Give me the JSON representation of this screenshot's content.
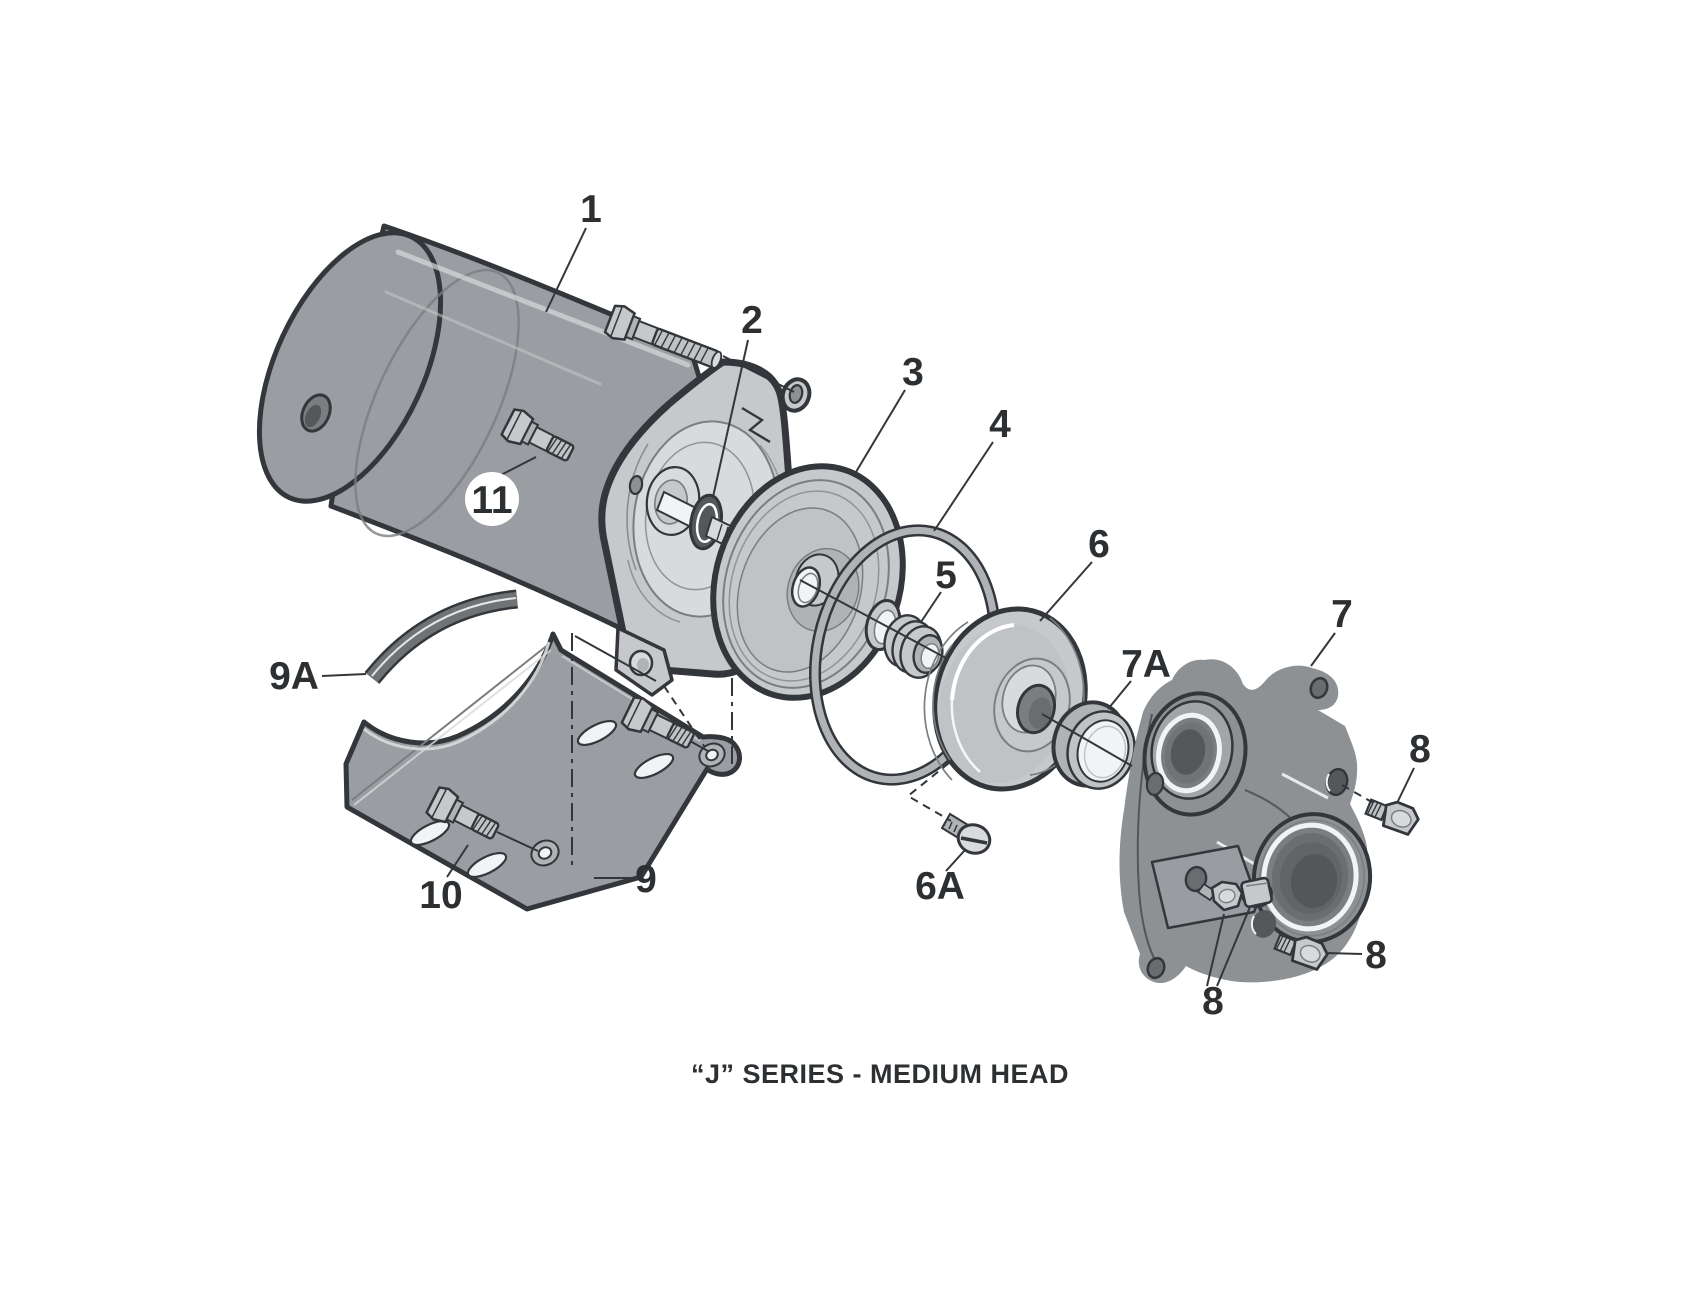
{
  "figure": {
    "caption": "“J” SERIES - MEDIUM HEAD",
    "callouts": [
      {
        "id": "1",
        "label": "1"
      },
      {
        "id": "2",
        "label": "2"
      },
      {
        "id": "3",
        "label": "3"
      },
      {
        "id": "4",
        "label": "4"
      },
      {
        "id": "5",
        "label": "5"
      },
      {
        "id": "6",
        "label": "6"
      },
      {
        "id": "6A",
        "label": "6A"
      },
      {
        "id": "7",
        "label": "7"
      },
      {
        "id": "7A",
        "label": "7A"
      },
      {
        "id": "8-upper-right",
        "label": "8"
      },
      {
        "id": "8-lower-right",
        "label": "8"
      },
      {
        "id": "8-bottom",
        "label": "8"
      },
      {
        "id": "9",
        "label": "9"
      },
      {
        "id": "9A",
        "label": "9A"
      },
      {
        "id": "10",
        "label": "10"
      },
      {
        "id": "11",
        "label": "11"
      }
    ],
    "colors": {
      "background": "#ffffff",
      "outline": "#33363a",
      "label": "#2d3033",
      "dark2": "#55585b",
      "dark3": "#6a6d70",
      "dark4": "#7b7e81",
      "casing": "#8e9194",
      "motor": "#9a9da1",
      "recess": "#b0b3b6",
      "light": "#c0c3c5",
      "panel": "#c6c8cb",
      "face": "#d8dadc",
      "nearwhite": "#f2f3f4",
      "white": "#ffffff",
      "strap": "#707376"
    }
  }
}
